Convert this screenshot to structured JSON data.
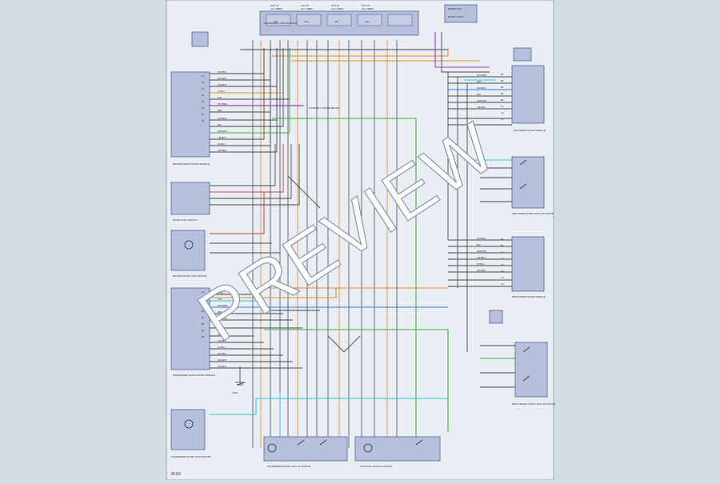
{
  "diagram": {
    "watermark": "PREVIEW",
    "page_ref": "W-00",
    "colors": {
      "page_bg": "#d3dde6",
      "sheet_bg": "#e8eef4",
      "module_fill": "#b6bfdc",
      "module_stroke": "#5a6590",
      "wire_dark": "#4a4a4a",
      "wire_orange": "#e08a2a",
      "wire_blue": "#3a7fd0",
      "wire_cyan": "#33c2d6",
      "wire_green": "#3fb040",
      "wire_purple": "#a040c0",
      "wire_red": "#c84040",
      "watermark": "#ffffff"
    },
    "fuses": [
      {
        "top": "HOT AT",
        "mid": "ALL TIMES",
        "rating": "20A"
      },
      {
        "top": "HOT IN",
        "mid": "ALL TIMES",
        "rating": "10A"
      },
      {
        "top": "HOT AT",
        "mid": "ALL TIMES",
        "rating": "15A"
      },
      {
        "top": "HOT AT",
        "mid": "ALL TIMES",
        "rating": "10A"
      }
    ],
    "modules": {
      "top_center": "PASSENGER JUNCTION BOX",
      "top_right": "SMART KEY",
      "top_right_note": "ENTRY LOCK",
      "driver_door": "DRIVER FRONT DOOR MODULE",
      "driver_switch": "DOOR LOCK SWITCH",
      "driver_lock": "DRIVER DOOR LOCK MOTOR",
      "left_rear_module": "LEFT REAR DOOR MODULE",
      "left_rear_lock": "LEFT REAR DOOR LOCK ACTUATOR",
      "right_rear_module": "RIGHT REAR DOOR MODULE",
      "right_rear_lock": "RIGHT REAR DOOR LOCK ACTUATOR",
      "pass_door": "PASSENGER FRONT DOOR MODULE",
      "pass_lock": "PASSENGER DOOR LOCK MOTOR",
      "bottom_left": "PASSENGER DOOR LOCK ACTUATOR",
      "bottom_right": "LIFTGATE LOCK ACTUATOR",
      "center_note": "COMFORT CONVENIENCE",
      "ground": "G301"
    },
    "pin_codes": [
      "A1",
      "A2",
      "A3",
      "A4",
      "A5",
      "A6",
      "B1",
      "B2",
      "B3",
      "B4",
      "B5",
      "C1",
      "C2",
      "C3",
      "C4",
      "C5",
      "C6",
      "C7",
      "C8"
    ],
    "wire_codes": [
      "GRY/BLK",
      "BLK/WHT",
      "VIO/WHT",
      "LT BLU",
      "TAN",
      "WHT/RED",
      "BRN",
      "ORG/BLK",
      "BLK",
      "GRN/WHT",
      "YEL/BLK",
      "DK BLU"
    ]
  }
}
